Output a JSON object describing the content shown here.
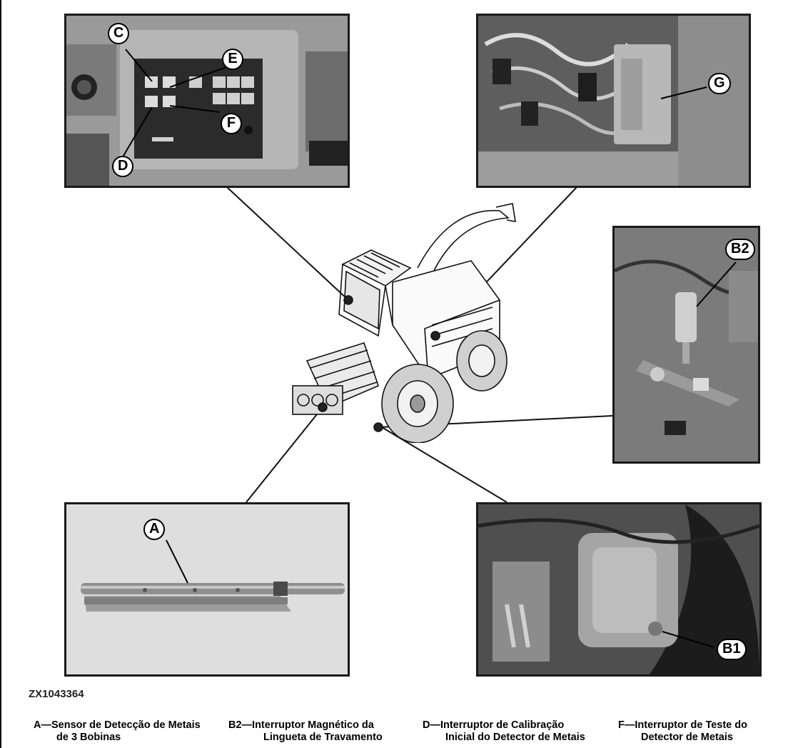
{
  "figure_code": "ZX1043364",
  "callouts": {
    "a": "A",
    "b1": "B1",
    "b2": "B2",
    "c": "C",
    "d": "D",
    "e": "E",
    "f": "F",
    "g": "G"
  },
  "legend": [
    {
      "line1": "A—Sensor de Detecção de Metais",
      "line2": "de 3 Bobinas"
    },
    {
      "line1": "B2—Interruptor Magnético da",
      "line2": "Lingueta de Travamento"
    },
    {
      "line1": "D—Interruptor de Calibração",
      "line2": "Inicial do Detector de Metais"
    },
    {
      "line1": "F—Interruptor de Teste do",
      "line2": "Detector de Metais"
    }
  ],
  "colors": {
    "border": "#1a1a1a",
    "background": "#ffffff",
    "text": "#000000"
  }
}
